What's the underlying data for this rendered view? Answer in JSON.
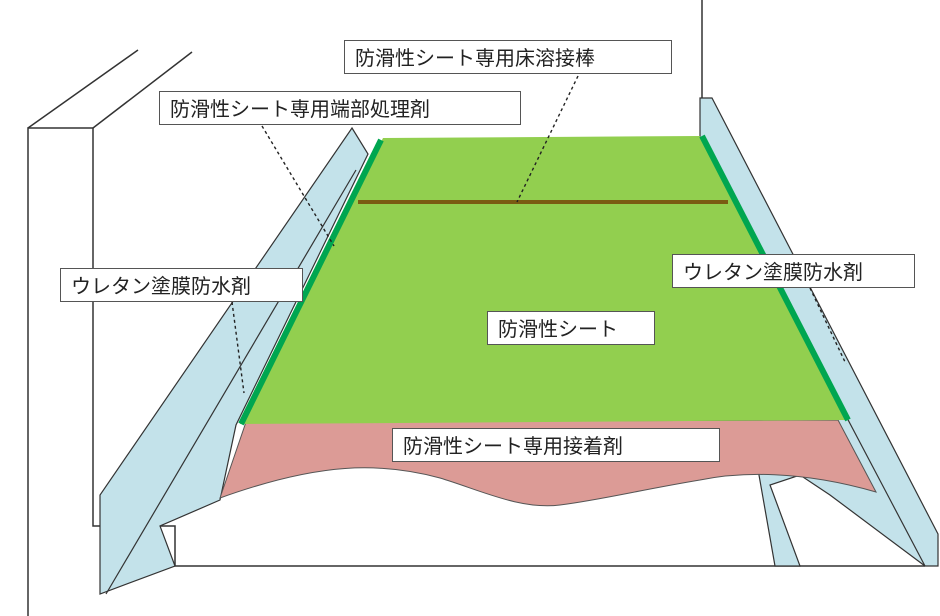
{
  "labels": {
    "welding_rod": "防滑性シート専用床溶接棒",
    "edge_treatment": "防滑性シート専用端部処理剤",
    "urethane_left": "ウレタン塗膜防水剤",
    "urethane_right": "ウレタン塗膜防水剤",
    "sheet": "防滑性シート",
    "adhesive": "防滑性シート専用接着剤"
  },
  "colors": {
    "sheet": "#92cf4f",
    "sheet_edge": "#00a650",
    "weld_rod": "#7a5c12",
    "adhesive": "#dc9b96",
    "urethane": "#c3e2ea",
    "outline": "#333333"
  }
}
